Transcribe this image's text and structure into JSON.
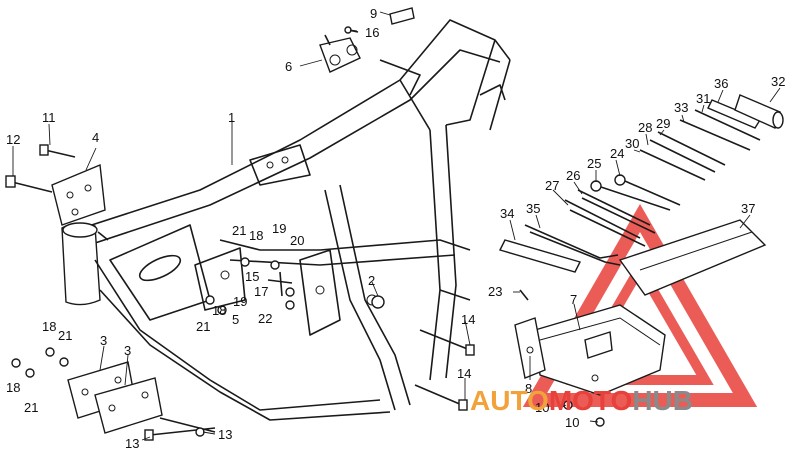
{
  "diagram": {
    "callouts": [
      {
        "id": "c-1",
        "text": "1"
      },
      {
        "id": "c-2",
        "text": "2"
      },
      {
        "id": "c-3a",
        "text": "3"
      },
      {
        "id": "c-3b",
        "text": "3"
      },
      {
        "id": "c-4",
        "text": "4"
      },
      {
        "id": "c-5",
        "text": "5"
      },
      {
        "id": "c-6",
        "text": "6"
      },
      {
        "id": "c-7",
        "text": "7"
      },
      {
        "id": "c-8",
        "text": "8"
      },
      {
        "id": "c-9",
        "text": "9"
      },
      {
        "id": "c-10a",
        "text": "10"
      },
      {
        "id": "c-10b",
        "text": "10"
      },
      {
        "id": "c-11",
        "text": "11"
      },
      {
        "id": "c-12",
        "text": "12"
      },
      {
        "id": "c-13a",
        "text": "13"
      },
      {
        "id": "c-13b",
        "text": "13"
      },
      {
        "id": "c-14a",
        "text": "14"
      },
      {
        "id": "c-14b",
        "text": "14"
      },
      {
        "id": "c-15",
        "text": "15"
      },
      {
        "id": "c-16",
        "text": "16"
      },
      {
        "id": "c-17",
        "text": "17"
      },
      {
        "id": "c-18a",
        "text": "18"
      },
      {
        "id": "c-18b",
        "text": "18"
      },
      {
        "id": "c-18c",
        "text": "18"
      },
      {
        "id": "c-18d",
        "text": "18"
      },
      {
        "id": "c-19a",
        "text": "19"
      },
      {
        "id": "c-19b",
        "text": "19"
      },
      {
        "id": "c-20",
        "text": "20"
      },
      {
        "id": "c-21a",
        "text": "21"
      },
      {
        "id": "c-21b",
        "text": "21"
      },
      {
        "id": "c-21c",
        "text": "21"
      },
      {
        "id": "c-21d",
        "text": "21"
      },
      {
        "id": "c-22",
        "text": "22"
      },
      {
        "id": "c-23",
        "text": "23"
      },
      {
        "id": "c-24",
        "text": "24"
      },
      {
        "id": "c-25",
        "text": "25"
      },
      {
        "id": "c-26",
        "text": "26"
      },
      {
        "id": "c-27",
        "text": "27"
      },
      {
        "id": "c-28",
        "text": "28"
      },
      {
        "id": "c-29",
        "text": "29"
      },
      {
        "id": "c-30",
        "text": "30"
      },
      {
        "id": "c-31",
        "text": "31"
      },
      {
        "id": "c-32",
        "text": "32"
      },
      {
        "id": "c-33",
        "text": "33"
      },
      {
        "id": "c-34",
        "text": "34"
      },
      {
        "id": "c-35",
        "text": "35"
      },
      {
        "id": "c-36",
        "text": "36"
      },
      {
        "id": "c-37",
        "text": "37"
      }
    ]
  },
  "watermark": {
    "part1": "AUTO",
    "part2": "MOTO",
    "part3": "HUB",
    "color_orange": "#f2a23a",
    "color_red": "#e8403a",
    "color_gray": "#8a8a8a"
  }
}
